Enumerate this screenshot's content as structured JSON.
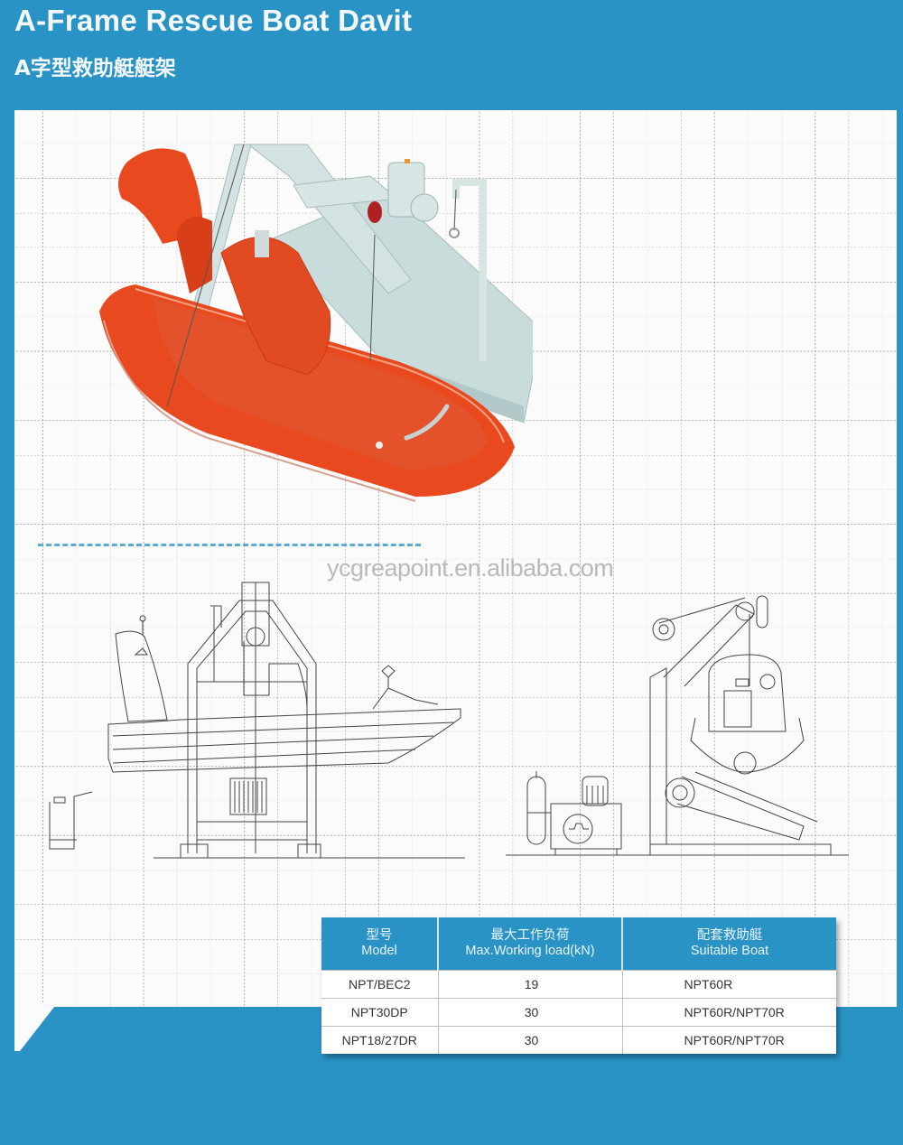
{
  "header": {
    "title": "A-Frame Rescue Boat Davit",
    "subtitle_zh": "A字型救助艇艇架"
  },
  "colors": {
    "brand_blue": "#2a93c6",
    "panel_bg": "#fbfbfc",
    "boat_orange": "#e8491f",
    "davit_grey": "#c9dcdc"
  },
  "watermark": "ycgreapoint.en.alibaba.com",
  "illustrations": {
    "render": "3D render of orange rescue boat on A-frame davit",
    "side_elevation": "side elevation line drawing of boat and A-frame davit",
    "end_elevation": "end elevation line drawing with hydraulic power pack"
  },
  "spec_table": {
    "headers": [
      {
        "zh": "型号",
        "en": "Model"
      },
      {
        "zh": "最大工作负荷",
        "en": "Max.Working load(kN)"
      },
      {
        "zh": "配套救助艇",
        "en": "Suitable Boat"
      }
    ],
    "rows": [
      {
        "model": "NPT/BEC2",
        "load": "19",
        "boat": "NPT60R"
      },
      {
        "model": "NPT30DP",
        "load": "30",
        "boat": "NPT60R/NPT70R"
      },
      {
        "model": "NPT18/27DR",
        "load": "30",
        "boat": "NPT60R/NPT70R"
      }
    ]
  }
}
